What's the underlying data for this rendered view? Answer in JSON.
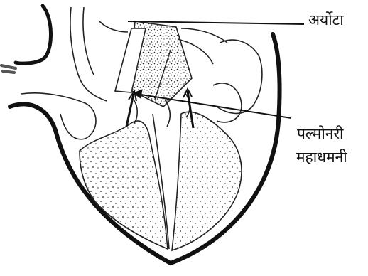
{
  "labels": {
    "aorta": "अर्योटा",
    "pulmonary_line1": "पल्मोनरी",
    "pulmonary_line2": "महाधमनी"
  },
  "colors": {
    "ink": "#111111",
    "background": "#ffffff"
  }
}
